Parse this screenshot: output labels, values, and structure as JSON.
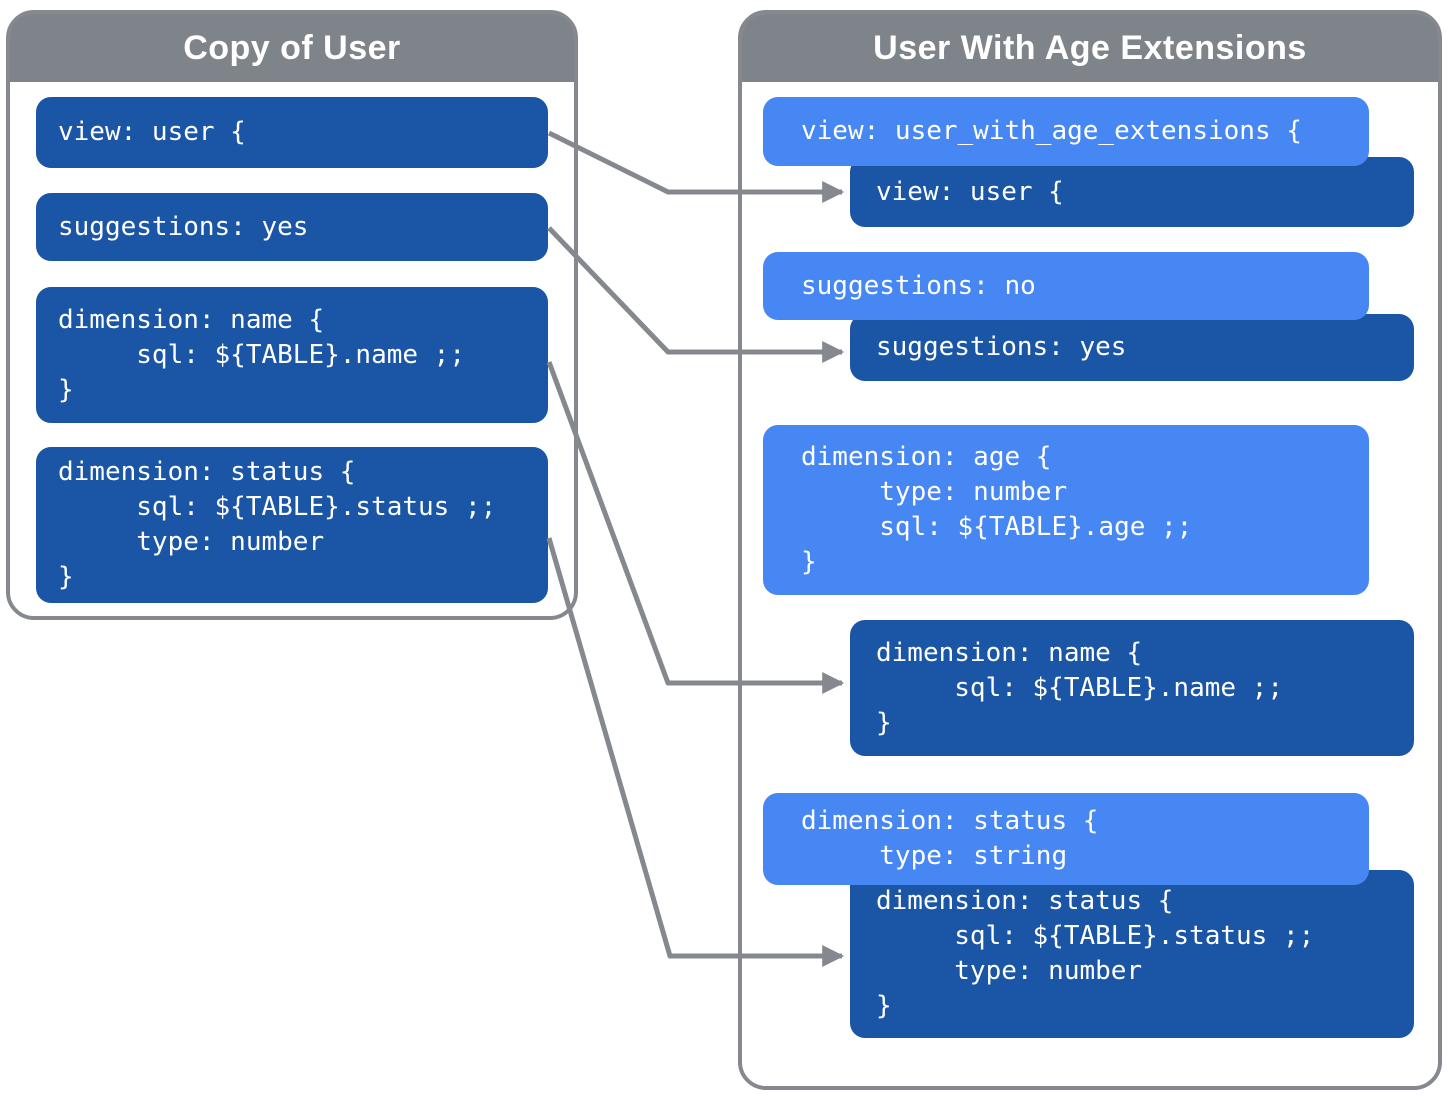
{
  "diagram": {
    "left_panel": {
      "title": "Copy of User",
      "blocks": [
        {
          "name": "view-user",
          "text": "view: user {"
        },
        {
          "name": "suggestions-yes",
          "text": "suggestions: yes"
        },
        {
          "name": "dimension-name",
          "text": "dimension: name {\n     sql: ${TABLE}.name ;;\n}"
        },
        {
          "name": "dimension-status",
          "text": "dimension: status {\n     sql: ${TABLE}.status ;;\n     type: number\n}"
        }
      ]
    },
    "right_panel": {
      "title": "User With Age Extensions",
      "blocks": {
        "view_override": {
          "text": "view: user_with_age_extensions {"
        },
        "view_inherited": {
          "text": "view: user {"
        },
        "suggestions_override": {
          "text": "suggestions: no"
        },
        "suggestions_inherited": {
          "text": "suggestions: yes"
        },
        "dimension_age": {
          "text": "dimension: age {\n     type: number\n     sql: ${TABLE}.age ;;\n}"
        },
        "dimension_name_inherited": {
          "text": "dimension: name {\n     sql: ${TABLE}.name ;;\n}"
        },
        "dimension_status_override": {
          "text": "dimension: status {\n     type: string"
        },
        "dimension_status_inherited": {
          "text": "dimension: status {\n     sql: ${TABLE}.status ;;\n     type: number\n}"
        }
      }
    },
    "connections": [
      {
        "from": "view-user",
        "to": "view_inherited"
      },
      {
        "from": "suggestions-yes",
        "to": "suggestions_inherited"
      },
      {
        "from": "dimension-name",
        "to": "dimension_name_inherited"
      },
      {
        "from": "dimension-status",
        "to": "dimension_status_inherited"
      }
    ],
    "colors": {
      "inherited_block_blue": "#1b55a6",
      "override_block_blue": "#4787f4",
      "header_gray": "#7f838a",
      "line_gray": "#85898f",
      "text_white": "#ffffff",
      "background": "#ffffff"
    }
  }
}
